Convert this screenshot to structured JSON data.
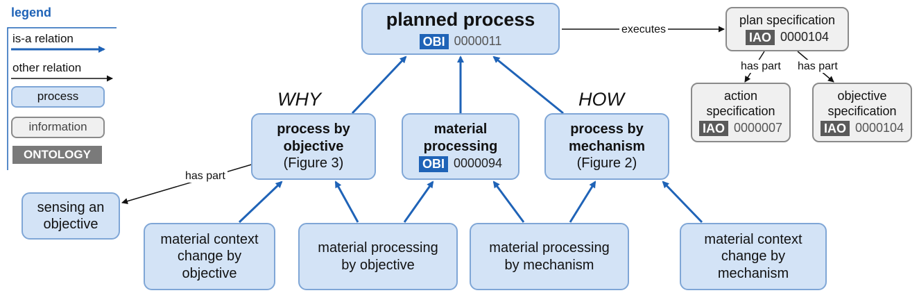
{
  "legend": {
    "title": "legend",
    "isa": "is-a relation",
    "other": "other relation",
    "process": "process",
    "information": "information",
    "ontology": "ONTOLOGY"
  },
  "colors": {
    "isa_arrow": "#1f63b7",
    "process_fill": "#d3e3f6",
    "process_border": "#7fa6d6",
    "info_fill": "#f0f0f0",
    "info_border": "#8a8a8a",
    "obi_tag": "#1f63b7",
    "iao_tag": "#5a5a5a"
  },
  "sections": {
    "why": "WHY",
    "how": "HOW"
  },
  "nodes": {
    "planned": {
      "label": "planned process",
      "prefix": "OBI",
      "id": "0000011"
    },
    "plan_spec": {
      "label": "plan specification",
      "prefix": "IAO",
      "id": "0000104"
    },
    "action_spec": {
      "line1": "action",
      "line2": "specification",
      "prefix": "IAO",
      "id": "0000007"
    },
    "objective_spec": {
      "line1": "objective",
      "line2": "specification",
      "prefix": "IAO",
      "id": "0000104"
    },
    "by_objective": {
      "line1": "process by",
      "line2": "objective",
      "line3": "(Figure 3)"
    },
    "material_processing": {
      "line1": "material",
      "line2": "processing",
      "prefix": "OBI",
      "id": "0000094"
    },
    "by_mechanism": {
      "line1": "process by",
      "line2": "mechanism",
      "line3": "(Figure 2)"
    },
    "sensing": {
      "line1": "sensing an",
      "line2": "objective"
    },
    "mcc_objective": {
      "line1": "material context",
      "line2": "change by",
      "line3": "objective"
    },
    "mp_objective": {
      "line1": "material processing",
      "line2": "by objective"
    },
    "mp_mechanism": {
      "line1": "material processing",
      "line2": "by mechanism"
    },
    "mcc_mechanism": {
      "line1": "material context",
      "line2": "change by",
      "line3": "mechanism"
    }
  },
  "edges": {
    "executes": "executes",
    "has_part_1": "has part",
    "has_part_2": "has part",
    "has_part_3": "has part"
  }
}
